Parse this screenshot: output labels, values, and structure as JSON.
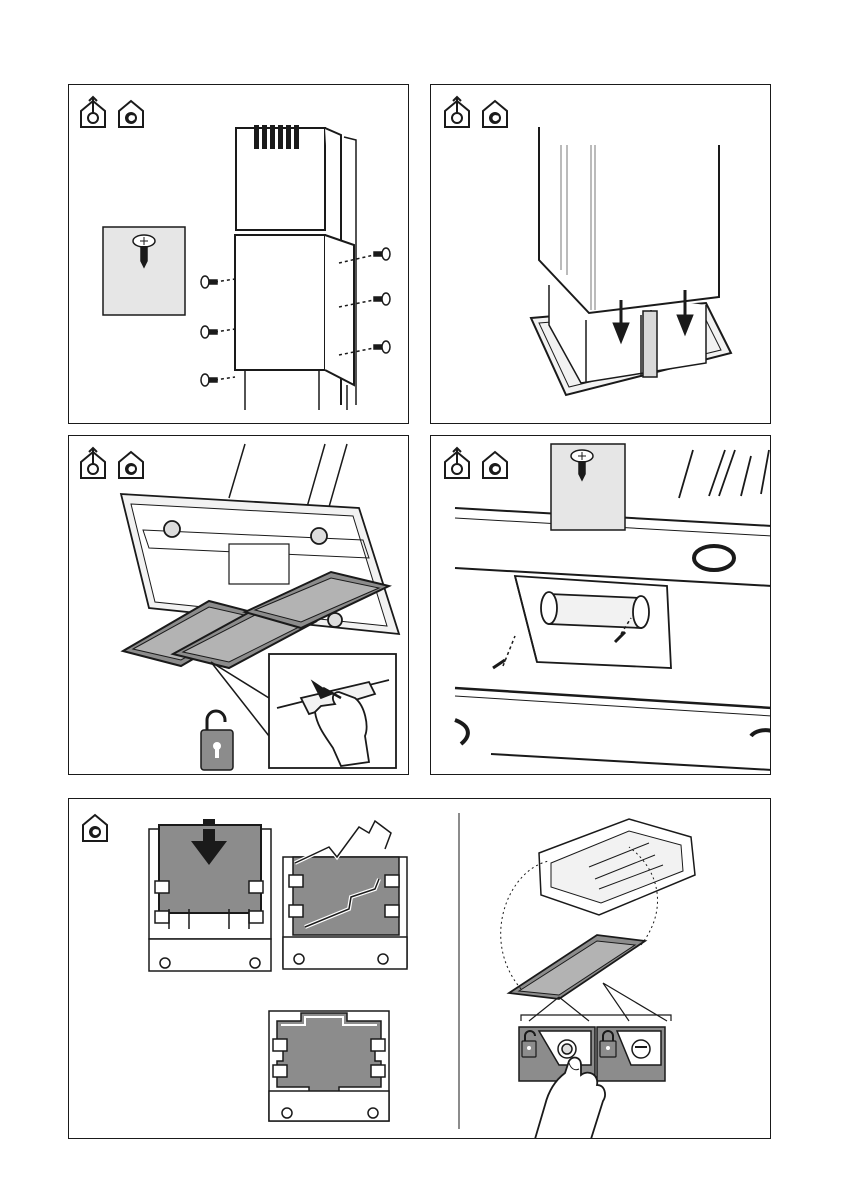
{
  "icons": {
    "ducted_mode": "ducted-extraction-house-icon",
    "recirculation_mode": "recirculation-house-icon",
    "screw": "screw-icon",
    "padlock_open": "padlock-open-icon",
    "padlock_closed": "padlock-closed-icon",
    "hand": "hand-icon",
    "arrow_down": "arrow-down-icon"
  },
  "colors": {
    "line": "#1a1a1a",
    "filter_grey": "#8c8c8c",
    "panel_fill": "#e6e6e6",
    "hood_light": "#f2f2f2"
  },
  "steps": [
    {
      "id": "fit-chimney-screws",
      "modes": [
        "ducted",
        "recirculation"
      ]
    },
    {
      "id": "lower-chimney",
      "modes": [
        "ducted",
        "recirculation"
      ]
    },
    {
      "id": "remove-grease-filters",
      "modes": [
        "ducted",
        "recirculation"
      ]
    },
    {
      "id": "fix-motor-screws",
      "modes": [
        "ducted",
        "recirculation"
      ]
    },
    {
      "id": "fit-carbon-filters",
      "modes": [
        "recirculation"
      ]
    }
  ]
}
